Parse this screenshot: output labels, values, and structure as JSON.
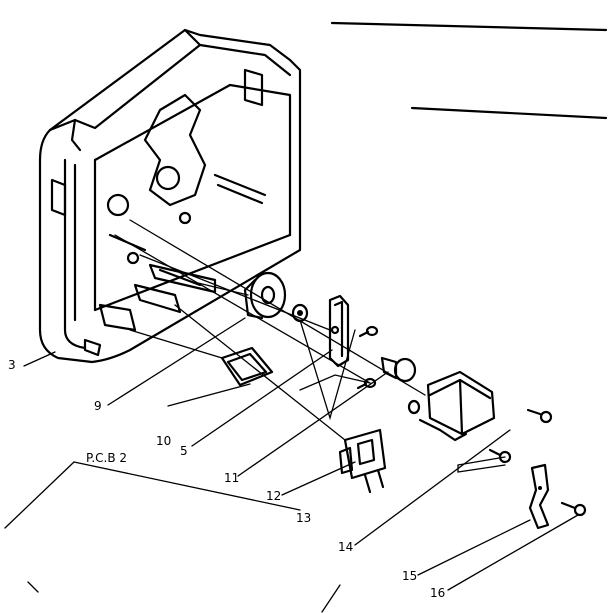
{
  "diagram": {
    "part_labels": {
      "l3": "3",
      "l9": "9",
      "l10": "10",
      "l5": "5",
      "l11": "11",
      "l12": "12",
      "l13": "13",
      "l14": "14",
      "l15": "15",
      "l16": "16",
      "pcb": "P.C.B 2"
    }
  }
}
